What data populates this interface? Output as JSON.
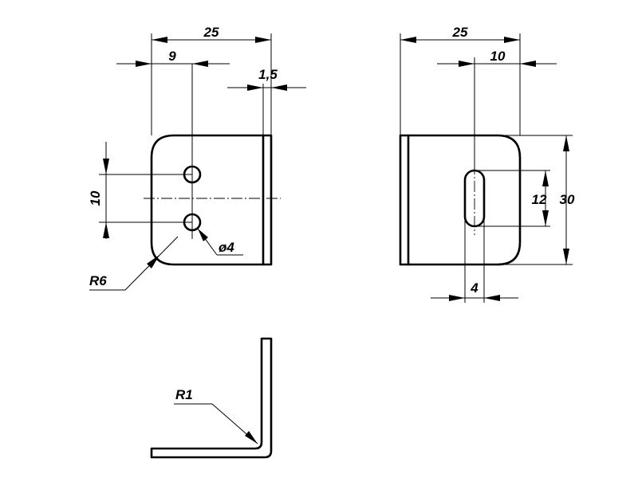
{
  "front_view": {
    "width_label": "25",
    "hole_offset_label": "9",
    "thickness_label": "1,5",
    "hole_spacing_label": "10",
    "hole_diameter_label": "ø4",
    "corner_radius_label": "R6"
  },
  "side_view": {
    "width_label": "25",
    "slot_offset_label": "10",
    "slot_length_label": "12",
    "height_label": "30",
    "slot_width_label": "4"
  },
  "bottom_view": {
    "bend_radius_label": "R1"
  }
}
